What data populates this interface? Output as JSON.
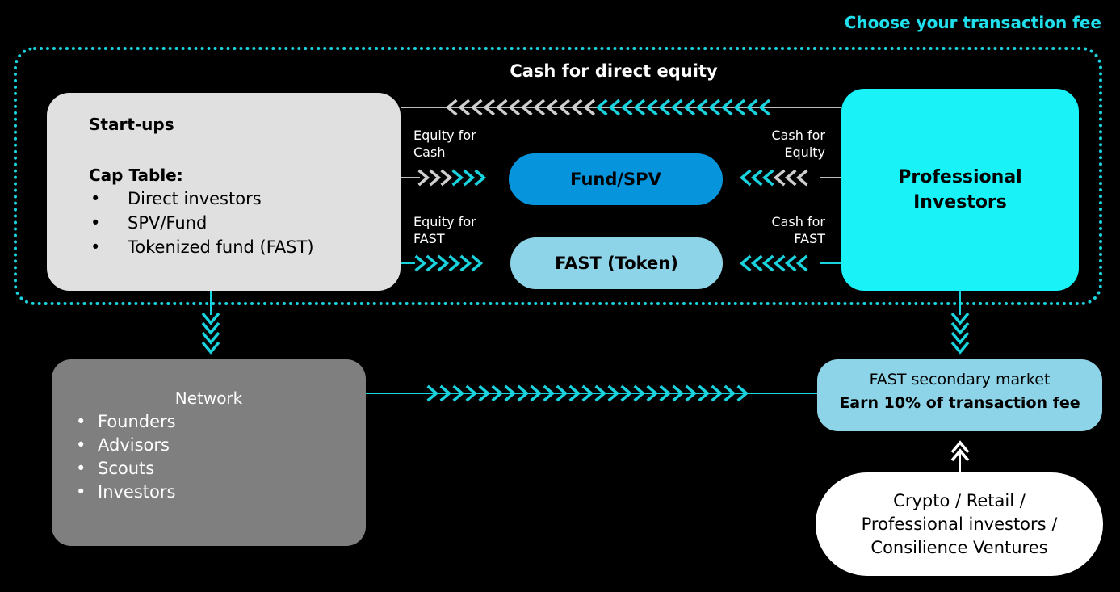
{
  "header": {
    "title": "Choose your transaction fee"
  },
  "section": {
    "title": "Cash for direct equity"
  },
  "startups": {
    "heading": "Start-ups",
    "cap_table_title": "Cap Table:",
    "bullet": "•",
    "items": [
      "Direct investors",
      "SPV/Fund",
      "Tokenized fund (FAST)"
    ]
  },
  "professional": {
    "line1": "Professional",
    "line2": "Investors"
  },
  "fund": {
    "label": "Fund/SPV"
  },
  "fast_token": {
    "label": "FAST (Token)"
  },
  "labels": {
    "equity_for_cash": [
      "Equity for",
      "Cash"
    ],
    "cash_for_equity": [
      "Cash for",
      "Equity"
    ],
    "equity_for_fast": [
      "Equity for",
      "FAST"
    ],
    "cash_for_fast": [
      "Cash for",
      "FAST"
    ]
  },
  "network": {
    "title": "Network",
    "bullet": "•",
    "items": [
      "Founders",
      "Advisors",
      "Scouts",
      "Investors"
    ]
  },
  "secondary_market": {
    "line1": "FAST secondary market",
    "line2": "Earn 10% of transaction fee"
  },
  "crypto": {
    "lines": [
      "Crypto / Retail /",
      "Professional investors /",
      "Consilience Ventures"
    ]
  },
  "colors": {
    "accent": "#19d3df",
    "cyan_box": "#19f3f7",
    "fund_blue": "#0694dc",
    "light_blue": "#8ed4e8",
    "startup_gray": "#e0e0e0",
    "network_gray": "#7f7f7f"
  }
}
